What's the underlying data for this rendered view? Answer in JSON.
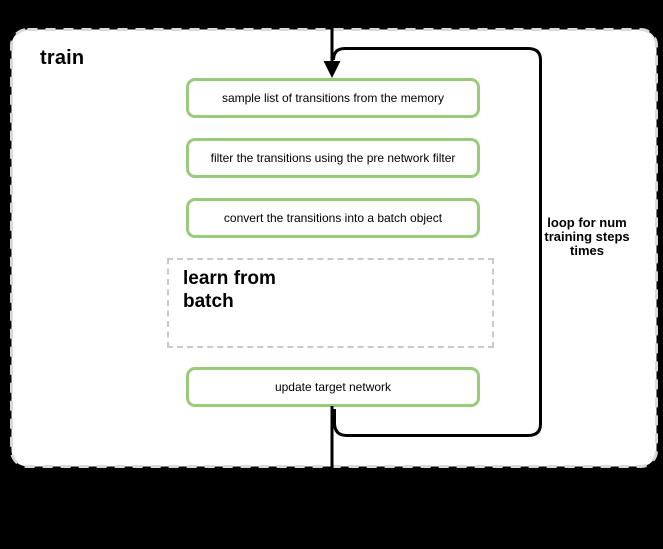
{
  "colors": {
    "background": "#000000",
    "canvas_fill": "#ffffff",
    "canvas_border": "#d9d9d9",
    "step_border": "#9acb7a",
    "subprocess_border": "#c9c9c9",
    "connector": "#000000",
    "text": "#000000"
  },
  "diagram": {
    "title": "train",
    "steps": [
      {
        "label": "sample list of transitions from the memory"
      },
      {
        "label": "filter the transitions using the pre network filter"
      },
      {
        "label": "convert the transitions into a batch object"
      }
    ],
    "subprocess": {
      "label": "learn from\nbatch"
    },
    "final_step": {
      "label": "update target network"
    },
    "loop": {
      "label": "loop for num\ntraining steps\ntimes"
    }
  }
}
